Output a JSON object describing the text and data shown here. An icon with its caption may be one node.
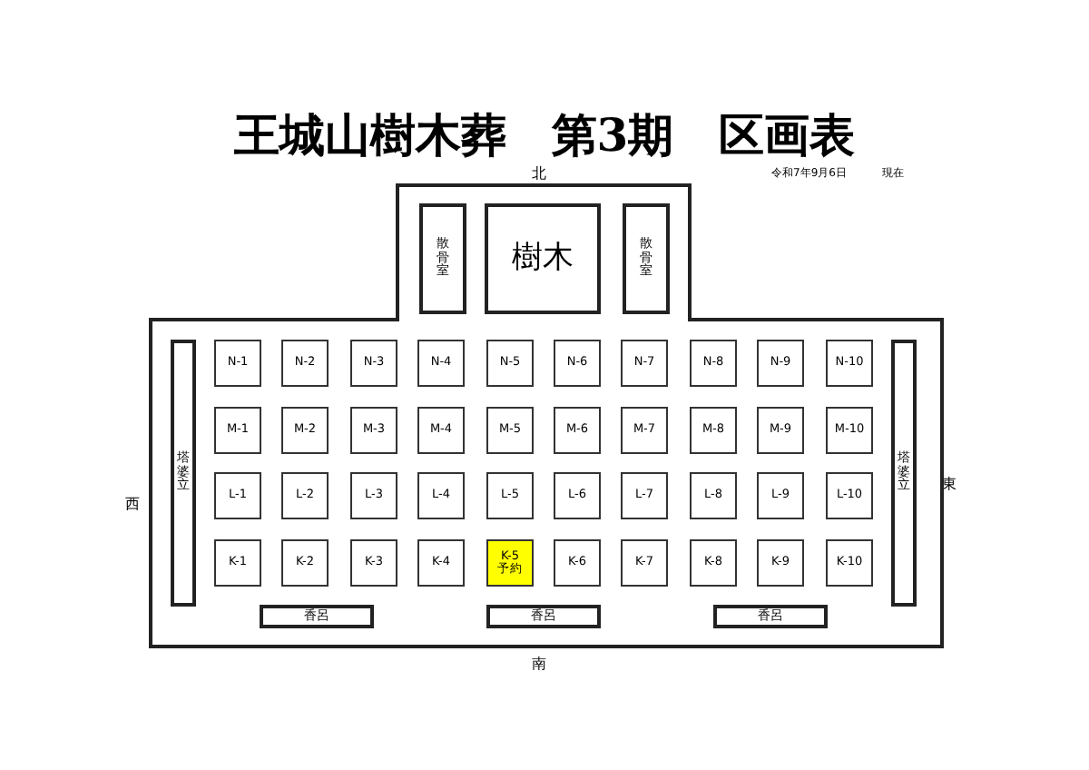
{
  "diagram": {
    "title": "王城山樹木葬　第3期　区画表",
    "nodes": [
      {
        "text": [],
        "shape": "box"
      },
      {
        "text": [
          "散骨室"
        ],
        "in": 0
      },
      {
        "text": [
          "樹木"
        ],
        "in": 0
      },
      {
        "text": [
          "散骨室"
        ],
        "in": 0
      },
      {
        "text": [
          "塔婆立"
        ],
        "in": 0
      },
      {
        "text": [
          "N-1"
        ],
        "in": 0
      },
      {
        "text": [
          "N-2"
        ],
        "in": 0
      },
      {
        "text": [
          "N-3"
        ],
        "in": 0
      },
      {
        "text": [
          "N-4"
        ],
        "in": 0
      },
      {
        "text": [
          "N-5"
        ],
        "in": 0
      },
      {
        "text": [
          "N-6"
        ],
        "in": 0
      },
      {
        "text": [
          "N-7"
        ],
        "in": 0
      },
      {
        "text": [
          "N-8"
        ],
        "in": 0
      },
      {
        "text": [
          "N-9"
        ],
        "in": 0
      },
      {
        "text": [
          "N-10"
        ],
        "in": 0
      },
      {
        "text": [
          "M-1"
        ],
        "in": 0
      },
      {
        "text": [
          "M-2"
        ],
        "in": 0
      },
      {
        "text": [
          "M-3"
        ],
        "in": 0
      },
      {
        "text": [
          "M-4"
        ],
        "in": 0
      },
      {
        "text": [
          "M-5"
        ],
        "in": 0
      },
      {
        "text": [
          "M-6"
        ],
        "in": 0
      },
      {
        "text": [
          "M-7"
        ],
        "in": 0
      },
      {
        "text": [
          "M-8"
        ],
        "in": 0
      },
      {
        "text": [
          "M-9"
        ],
        "in": 0
      },
      {
        "text": [
          "M-10"
        ],
        "in": 0
      },
      {
        "text": [
          "L-1"
        ],
        "in": 0
      },
      {
        "text": [
          "L-2"
        ],
        "in": 0
      },
      {
        "text": [
          "L-3"
        ],
        "in": 0
      },
      {
        "text": [
          "L-4"
        ],
        "in": 0
      },
      {
        "text": [
          "L-5"
        ],
        "in": 0
      },
      {
        "text": [
          "L-6"
        ],
        "in": 0
      },
      {
        "text": [
          "L-7"
        ],
        "in": 0
      },
      {
        "text": [
          "L-8"
        ],
        "in": 0
      },
      {
        "text": [
          "L-9"
        ],
        "in": 0
      },
      {
        "text": [
          "L-10"
        ],
        "in": 0
      },
      {
        "text": [
          "K-1"
        ],
        "in": 0
      },
      {
        "text": [
          "K-2"
        ],
        "in": 0
      },
      {
        "text": [
          "K-3"
        ],
        "in": 0
      },
      {
        "text": [
          "K-4"
        ],
        "in": 0
      },
      {
        "text": [
          "K-5",
          "予約"
        ],
        "in": 0
      },
      {
        "text": [
          "K-6"
        ],
        "in": 0
      },
      {
        "text": [
          "K-7"
        ],
        "in": 0
      },
      {
        "text": [
          "K-8"
        ],
        "in": 0
      },
      {
        "text": [
          "K-9"
        ],
        "in": 0
      },
      {
        "text": [
          "K-10"
        ],
        "in": 0
      },
      {
        "text": [
          "塔婆立"
        ],
        "in": 0
      },
      {
        "text": [
          "香呂"
        ],
        "in": 0
      },
      {
        "text": [
          "香呂"
        ],
        "in": 0
      },
      {
        "text": [
          "香呂"
        ],
        "in": 0
      }
    ],
    "labels": [
      "北",
      "令和7年9月6日",
      "現在",
      "西",
      "東",
      "南"
    ]
  }
}
